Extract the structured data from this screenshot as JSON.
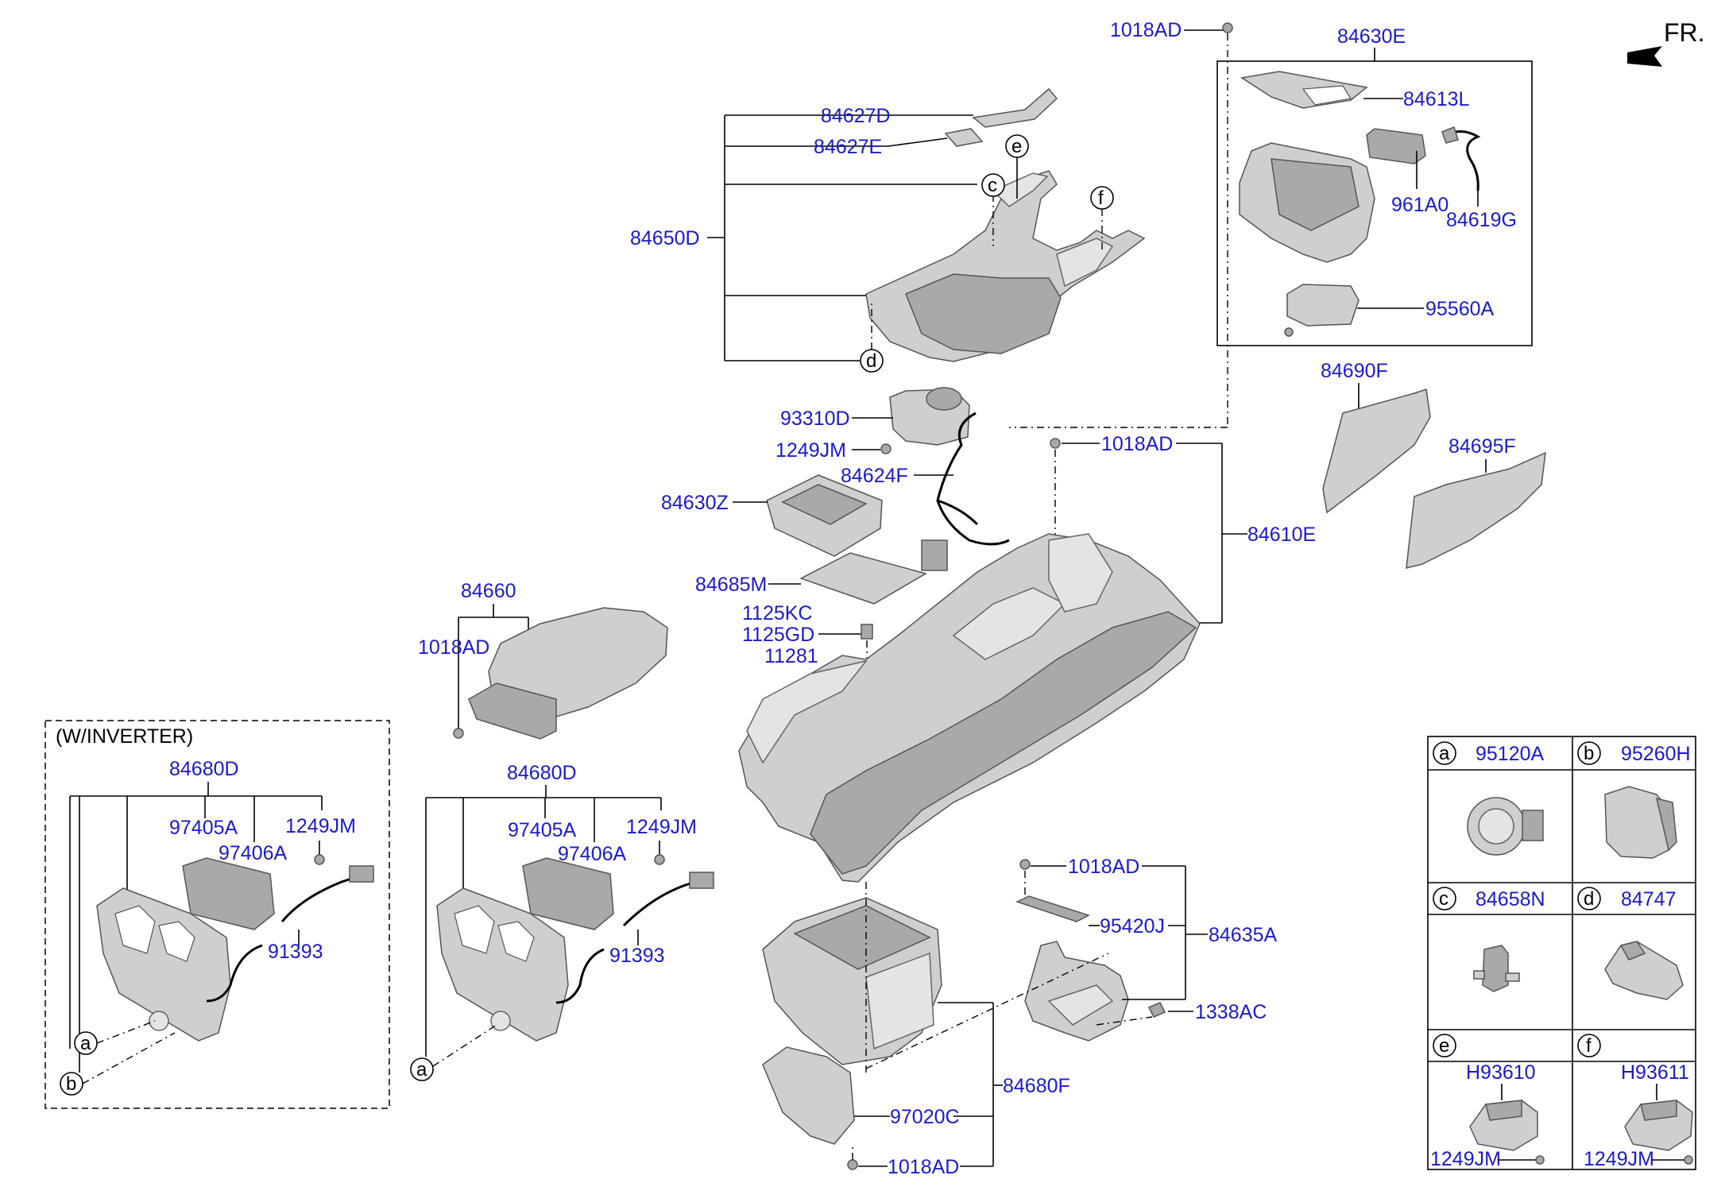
{
  "direction": {
    "label": "FR."
  },
  "callouts": {
    "top_bolt": "1018AD",
    "console_upper_group": "84630E",
    "cover_84613L": "84613L",
    "switch_961A0": "961A0",
    "harness_84619G": "84619G",
    "module_95560A": "95560A",
    "pad_84627D": "84627D",
    "pad_84627E": "84627E",
    "upper_panel_84650D": "84650D",
    "shifter_93310D": "93310D",
    "screw_1249JM_a": "1249JM",
    "harness_84624F": "84624F",
    "tray_84630Z": "84630Z",
    "mat_84685M": "84685M",
    "bolt_1018AD_b": "1018AD",
    "console_84610E": "84610E",
    "garnish_84690F": "84690F",
    "garnish_84695F": "84695F",
    "armrest_84660": "84660",
    "bolt_1018AD_c": "1018AD",
    "clip_1125KC": "1125KC",
    "clip_1125GD": "1125GD",
    "clip_11281": "11281",
    "winverter_title": "(W/INVERTER)",
    "rear_panel_84680D_a": "84680D",
    "vent_97405A_a": "97405A",
    "vent_97406A_a": "97406A",
    "screw_1249JM_b": "1249JM",
    "harness_91393_a": "91393",
    "rear_panel_84680D_b": "84680D",
    "vent_97405A_b": "97405A",
    "vent_97406A_b": "97406A",
    "screw_1249JM_c": "1249JM",
    "harness_91393_b": "91393",
    "bolt_1018AD_d": "1018AD",
    "bracket_95420J": "95420J",
    "bracket_84635A": "84635A",
    "nut_1338AC": "1338AC",
    "bracket_84680F": "84680F",
    "pocket_97020C": "97020C",
    "bolt_1018AD_e": "1018AD"
  },
  "refs": {
    "a": "a",
    "b": "b",
    "c": "c",
    "d": "d",
    "e": "e",
    "f": "f"
  },
  "legend": {
    "a": {
      "letter": "a",
      "part": "95120A"
    },
    "b": {
      "letter": "b",
      "part": "95260H"
    },
    "c": {
      "letter": "c",
      "part": "84658N"
    },
    "d": {
      "letter": "d",
      "part": "84747"
    },
    "e": {
      "letter": "e",
      "part": "H93610",
      "screw": "1249JM"
    },
    "f": {
      "letter": "f",
      "part": "H93611",
      "screw": "1249JM"
    }
  }
}
